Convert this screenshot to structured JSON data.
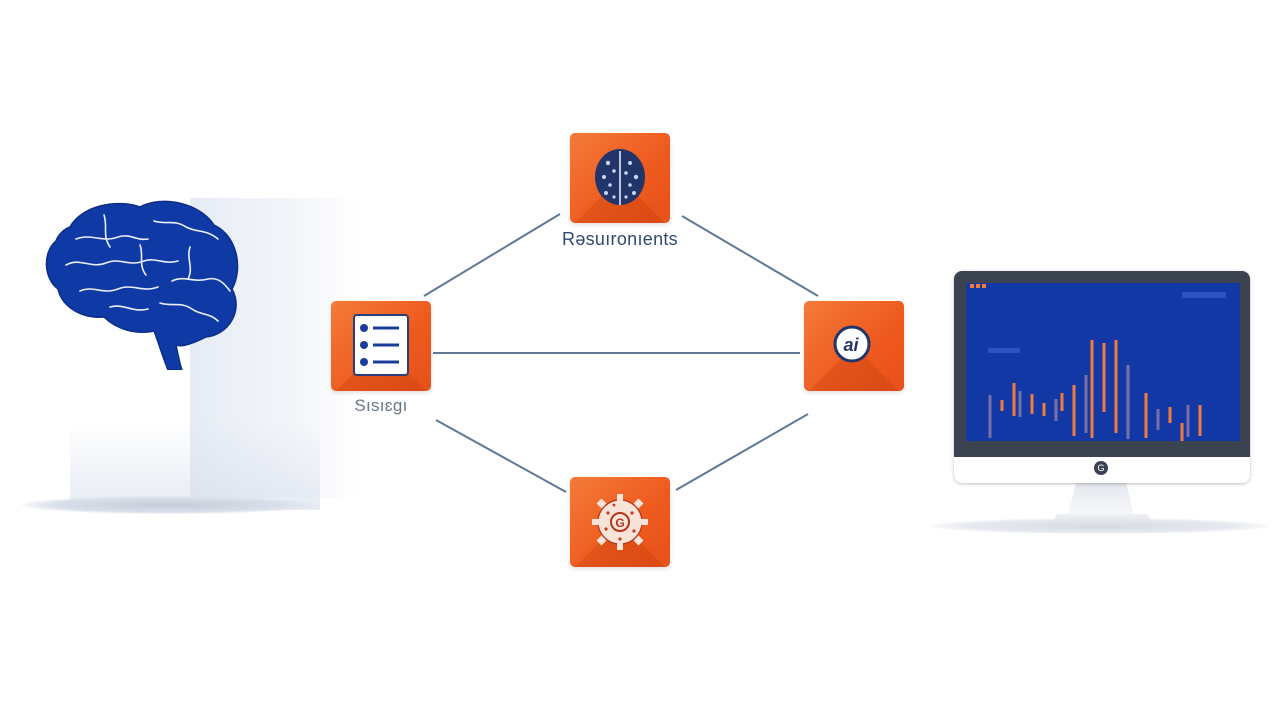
{
  "diagram": {
    "nodes": [
      {
        "id": "top",
        "label": "Rəsuıronıents",
        "icon": "brain-icon"
      },
      {
        "id": "left",
        "label": "Sısıɛɡı",
        "icon": "checklist-icon"
      },
      {
        "id": "right",
        "label": "",
        "icon": "ai-badge-icon"
      },
      {
        "id": "bottom",
        "label": "",
        "icon": "gear-icon"
      }
    ],
    "edges": [
      {
        "from": "left",
        "to": "top"
      },
      {
        "from": "top",
        "to": "right"
      },
      {
        "from": "left",
        "to": "right"
      },
      {
        "from": "left",
        "to": "bottom"
      },
      {
        "from": "bottom",
        "to": "right"
      }
    ],
    "right_badge_text": "ai",
    "bottom_badge_text": "G",
    "monitor_logo_text": "G"
  },
  "decor": {
    "left_figure_icon": "brain-icon",
    "right_figure_icon": "monitor-chart-icon"
  },
  "colors": {
    "node_orange": "#ee5a1e",
    "brain_blue": "#0f3aa6",
    "screen_blue": "#1238a5",
    "connector": "#5f7896",
    "label_text": "#2e4a73"
  }
}
